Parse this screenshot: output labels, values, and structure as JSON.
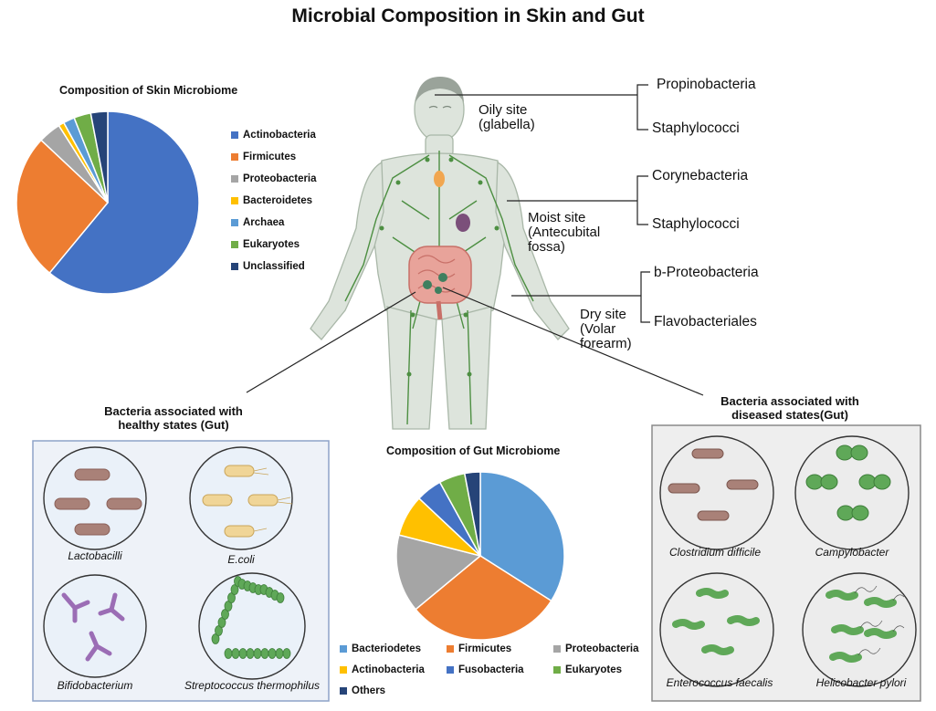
{
  "title": "Microbial Composition in Skin and Gut",
  "skin": {
    "title": "Composition of Skin Microbiome",
    "legend": [
      {
        "label": "Actinobacteria",
        "color": "#4472c4"
      },
      {
        "label": "Firmicutes",
        "color": "#ed7d31"
      },
      {
        "label": "Proteobacteria",
        "color": "#a5a5a5"
      },
      {
        "label": "Bacteroidetes",
        "color": "#ffc000"
      },
      {
        "label": "Archaea",
        "color": "#5b9bd5"
      },
      {
        "label": "Eukaryotes",
        "color": "#70ad47"
      },
      {
        "label": "Unclassified",
        "color": "#264478"
      }
    ]
  },
  "sites": [
    {
      "label": "Oily site\n(glabella)",
      "bacteria": [
        "Propinobacteria",
        "Staphylococci"
      ]
    },
    {
      "label": "Moist site\n(Antecubital\nfossa)",
      "bacteria": [
        "Corynebacteria",
        "Staphylococci"
      ]
    },
    {
      "label": "Dry site\n(Volar\nforearm)",
      "bacteria": [
        "b-Proteobacteria",
        "Flavobacteriales"
      ]
    }
  ],
  "healthy": {
    "title": "Bacteria associated with\nhealthy states (Gut)",
    "organisms": [
      "Lactobacilli",
      "E.coli",
      "Bifidobacterium",
      "Streptococcus thermophilus"
    ]
  },
  "diseased": {
    "title": "Bacteria associated with\ndiseased states(Gut)",
    "organisms": [
      "Clostridium difficile",
      "Campylobacter",
      "Enterococcus faecalis",
      "Helicobacter pylori"
    ]
  },
  "gut": {
    "title": "Composition of Gut Microbiome",
    "legend": [
      {
        "label": "Bacteriodetes",
        "color": "#5b9bd5"
      },
      {
        "label": "Firmicutes",
        "color": "#ed7d31"
      },
      {
        "label": "Proteobacteria",
        "color": "#a5a5a5"
      },
      {
        "label": "Actinobacteria",
        "color": "#ffc000"
      },
      {
        "label": "Fusobacteria",
        "color": "#4472c4"
      },
      {
        "label": "Eukaryotes",
        "color": "#70ad47"
      },
      {
        "label": "Others",
        "color": "#264478"
      }
    ]
  },
  "chart_data": [
    {
      "type": "pie",
      "title": "Composition of Skin Microbiome",
      "labels": [
        "Actinobacteria",
        "Firmicutes",
        "Proteobacteria",
        "Bacteroidetes",
        "Archaea",
        "Eukaryotes",
        "Unclassified"
      ],
      "values": [
        61,
        26,
        4,
        1,
        2,
        3,
        3
      ],
      "colors": [
        "#4472c4",
        "#ed7d31",
        "#a5a5a5",
        "#ffc000",
        "#5b9bd5",
        "#70ad47",
        "#264478"
      ]
    },
    {
      "type": "pie",
      "title": "Composition of Gut Microbiome",
      "labels": [
        "Bacteriodetes",
        "Firmicutes",
        "Proteobacteria",
        "Actinobacteria",
        "Fusobacteria",
        "Eukaryotes",
        "Others"
      ],
      "values": [
        34,
        30,
        15,
        8,
        5,
        5,
        3
      ],
      "colors": [
        "#5b9bd5",
        "#ed7d31",
        "#a5a5a5",
        "#ffc000",
        "#4472c4",
        "#70ad47",
        "#264478"
      ]
    }
  ]
}
